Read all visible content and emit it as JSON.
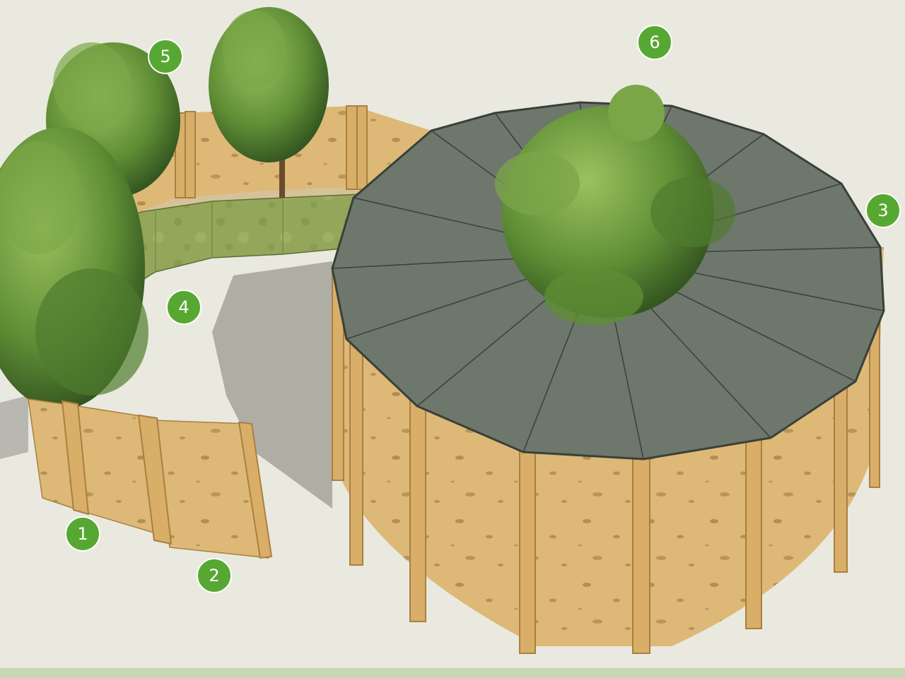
{
  "colors": {
    "background": "#e9e9df",
    "plywood": "#ddb877",
    "plywood_dark": "#c59a55",
    "post": "#d9ae69",
    "post_dark": "#a9803f",
    "roof": "#6e776b",
    "roof_edge": "#39403a",
    "grass": "#93a65a",
    "foliage": "#6c9a3c",
    "foliage_dark": "#355b22",
    "marker": "#57a832",
    "shadow": "#9a9a92"
  },
  "icons": [
    "tree-icon",
    "plywood-panel-icon",
    "roof-icon"
  ],
  "markers": [
    {
      "id": "marker-1",
      "label": "1"
    },
    {
      "id": "marker-2",
      "label": "2"
    },
    {
      "id": "marker-3",
      "label": "3"
    },
    {
      "id": "marker-4",
      "label": "4"
    },
    {
      "id": "marker-5",
      "label": "5"
    },
    {
      "id": "marker-6",
      "label": "6"
    }
  ]
}
